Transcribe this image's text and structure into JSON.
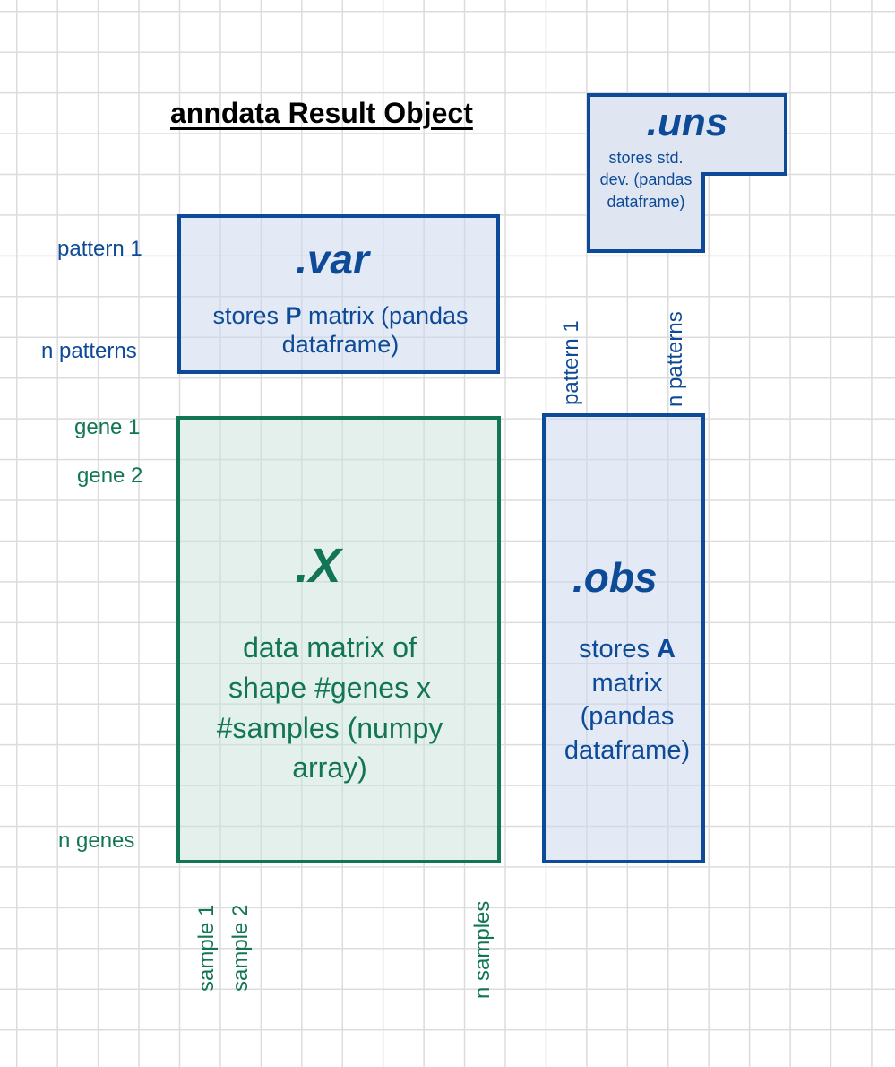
{
  "title": "anndata Result Object",
  "colors": {
    "blue": "#0d4a98",
    "green": "#117556",
    "blue_fill": "#dfe6f2",
    "green_fill": "#e3efea"
  },
  "var": {
    "heading": ".var",
    "desc_prefix": "stores ",
    "desc_bold": "P",
    "desc_suffix": " matrix (pandas dataframe)",
    "row_labels": [
      "pattern 1",
      "n patterns"
    ]
  },
  "uns": {
    "heading": ".uns",
    "desc": "stores std. dev. (pandas dataframe)"
  },
  "X": {
    "heading": ".X",
    "desc": "data matrix of shape #genes x #samples (numpy array)",
    "row_labels": [
      "gene 1",
      "gene 2",
      "n genes"
    ],
    "col_labels": [
      "sample 1",
      "sample 2",
      "n samples"
    ]
  },
  "obs": {
    "heading": ".obs",
    "desc_prefix": "stores ",
    "desc_bold": "A",
    "desc_suffix": " matrix (pandas dataframe)",
    "col_labels": [
      "pattern 1",
      "n patterns"
    ]
  }
}
